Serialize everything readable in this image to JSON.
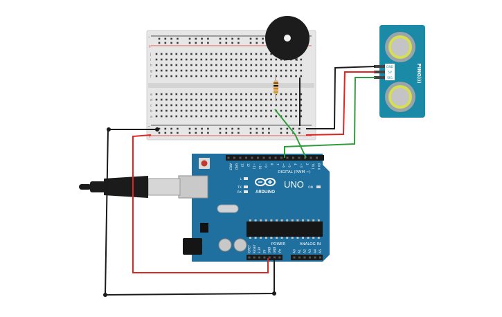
{
  "colors": {
    "breadboard": "#e6e6e6",
    "breadboard_hole": "#3b3b3b",
    "rail_red": "#d9302c",
    "rail_black": "#222222",
    "arduino": "#1f6f9f",
    "arduino_dark": "#16537a",
    "sensor": "#1b8aa6",
    "wire_red": "#e0241e",
    "wire_black": "#1a1a1a",
    "wire_green": "#2e9e3d",
    "buzzer": "#1c1c1c"
  },
  "arduino": {
    "brand": "ARDUINO",
    "model": "UNO",
    "digital_header": "DIGITAL (PWM ~)",
    "power_header": "POWER",
    "analog_header": "ANALOG IN",
    "digital_pins": [
      "AREF",
      "GND",
      "13",
      "12",
      "~11",
      "~10",
      "~9",
      "8",
      "7",
      "~6",
      "~5",
      "4",
      "~3",
      "2",
      "TX 1",
      "RX 0"
    ],
    "power_pins": [
      "IOREF",
      "RESET",
      "3.3V",
      "5V",
      "GND",
      "GND",
      "Vin"
    ],
    "analog_pins": [
      "A0",
      "A1",
      "A2",
      "A3",
      "A4",
      "A5"
    ],
    "leds": [
      "L",
      "TX",
      "RX"
    ],
    "on_led": "ON"
  },
  "sensor": {
    "model": "PING)))",
    "pins": [
      "GND",
      "5V",
      "SIG"
    ]
  },
  "breadboard": {
    "row_letters_top": [
      "j",
      "i",
      "h",
      "g",
      "f"
    ],
    "row_letters_bottom": [
      "e",
      "d",
      "c",
      "b",
      "a"
    ],
    "plus": "+",
    "minus": "-"
  }
}
